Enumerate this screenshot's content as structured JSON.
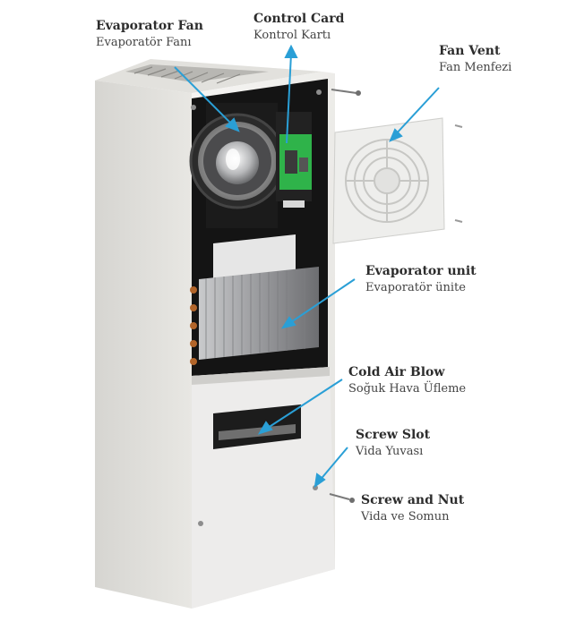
{
  "callouts": [
    {
      "id": "evaporator-fan",
      "en": "Evaporator Fan",
      "tr": "Evaporatör Fanı"
    },
    {
      "id": "control-card",
      "en": "Control Card",
      "tr": "Kontrol Kartı"
    },
    {
      "id": "fan-vent",
      "en": "Fan Vent",
      "tr": "Fan Menfezi"
    },
    {
      "id": "evaporator-unit",
      "en": "Evaporator unit",
      "tr": "Evaporatör ünite"
    },
    {
      "id": "cold-air-blow",
      "en": "Cold Air Blow",
      "tr": "Soğuk Hava Üfleme"
    },
    {
      "id": "screw-slot",
      "en": "Screw Slot",
      "tr": "Vida Yuvası"
    },
    {
      "id": "screw-and-nut",
      "en": "Screw and Nut",
      "tr": "Vida ve Somun"
    }
  ],
  "colors": {
    "arrow": "#2a9fd6",
    "cabinet": "#ecebe8",
    "cabinet_side": "#dcdbd7",
    "interior": "#141414",
    "circuit_board": "#2fb34a",
    "text": "#2d2d2d"
  }
}
